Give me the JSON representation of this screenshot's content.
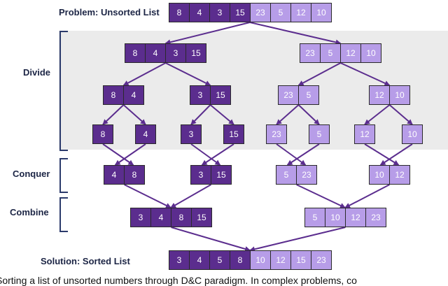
{
  "labels": {
    "problem": "Problem: Unsorted List",
    "divide": "Divide",
    "conquer": "Conquer",
    "combine": "Combine",
    "solution": "Solution: Sorted List"
  },
  "caption": "Sorting a list of unsorted numbers through D&C paradigm. In complex problems, co",
  "colors": {
    "dark": "#5b2d8e",
    "light": "#b79de8",
    "arrow": "#5b2d8e"
  },
  "problem": [
    "8",
    "4",
    "3",
    "15",
    "23",
    "5",
    "12",
    "10"
  ],
  "divide_1": [
    [
      "8",
      "4",
      "3",
      "15"
    ],
    [
      "23",
      "5",
      "12",
      "10"
    ]
  ],
  "divide_2": [
    [
      "8",
      "4"
    ],
    [
      "3",
      "15"
    ],
    [
      "23",
      "5"
    ],
    [
      "12",
      "10"
    ]
  ],
  "divide_3": [
    [
      "8"
    ],
    [
      "4"
    ],
    [
      "3"
    ],
    [
      "15"
    ],
    [
      "23"
    ],
    [
      "5"
    ],
    [
      "12"
    ],
    [
      "10"
    ]
  ],
  "conquer": [
    [
      "4",
      "8"
    ],
    [
      "3",
      "15"
    ],
    [
      "5",
      "23"
    ],
    [
      "10",
      "12"
    ]
  ],
  "combine": [
    [
      "3",
      "4",
      "8",
      "15"
    ],
    [
      "5",
      "10",
      "12",
      "23"
    ]
  ],
  "solution": [
    "3",
    "4",
    "5",
    "8",
    "10",
    "12",
    "15",
    "23"
  ]
}
